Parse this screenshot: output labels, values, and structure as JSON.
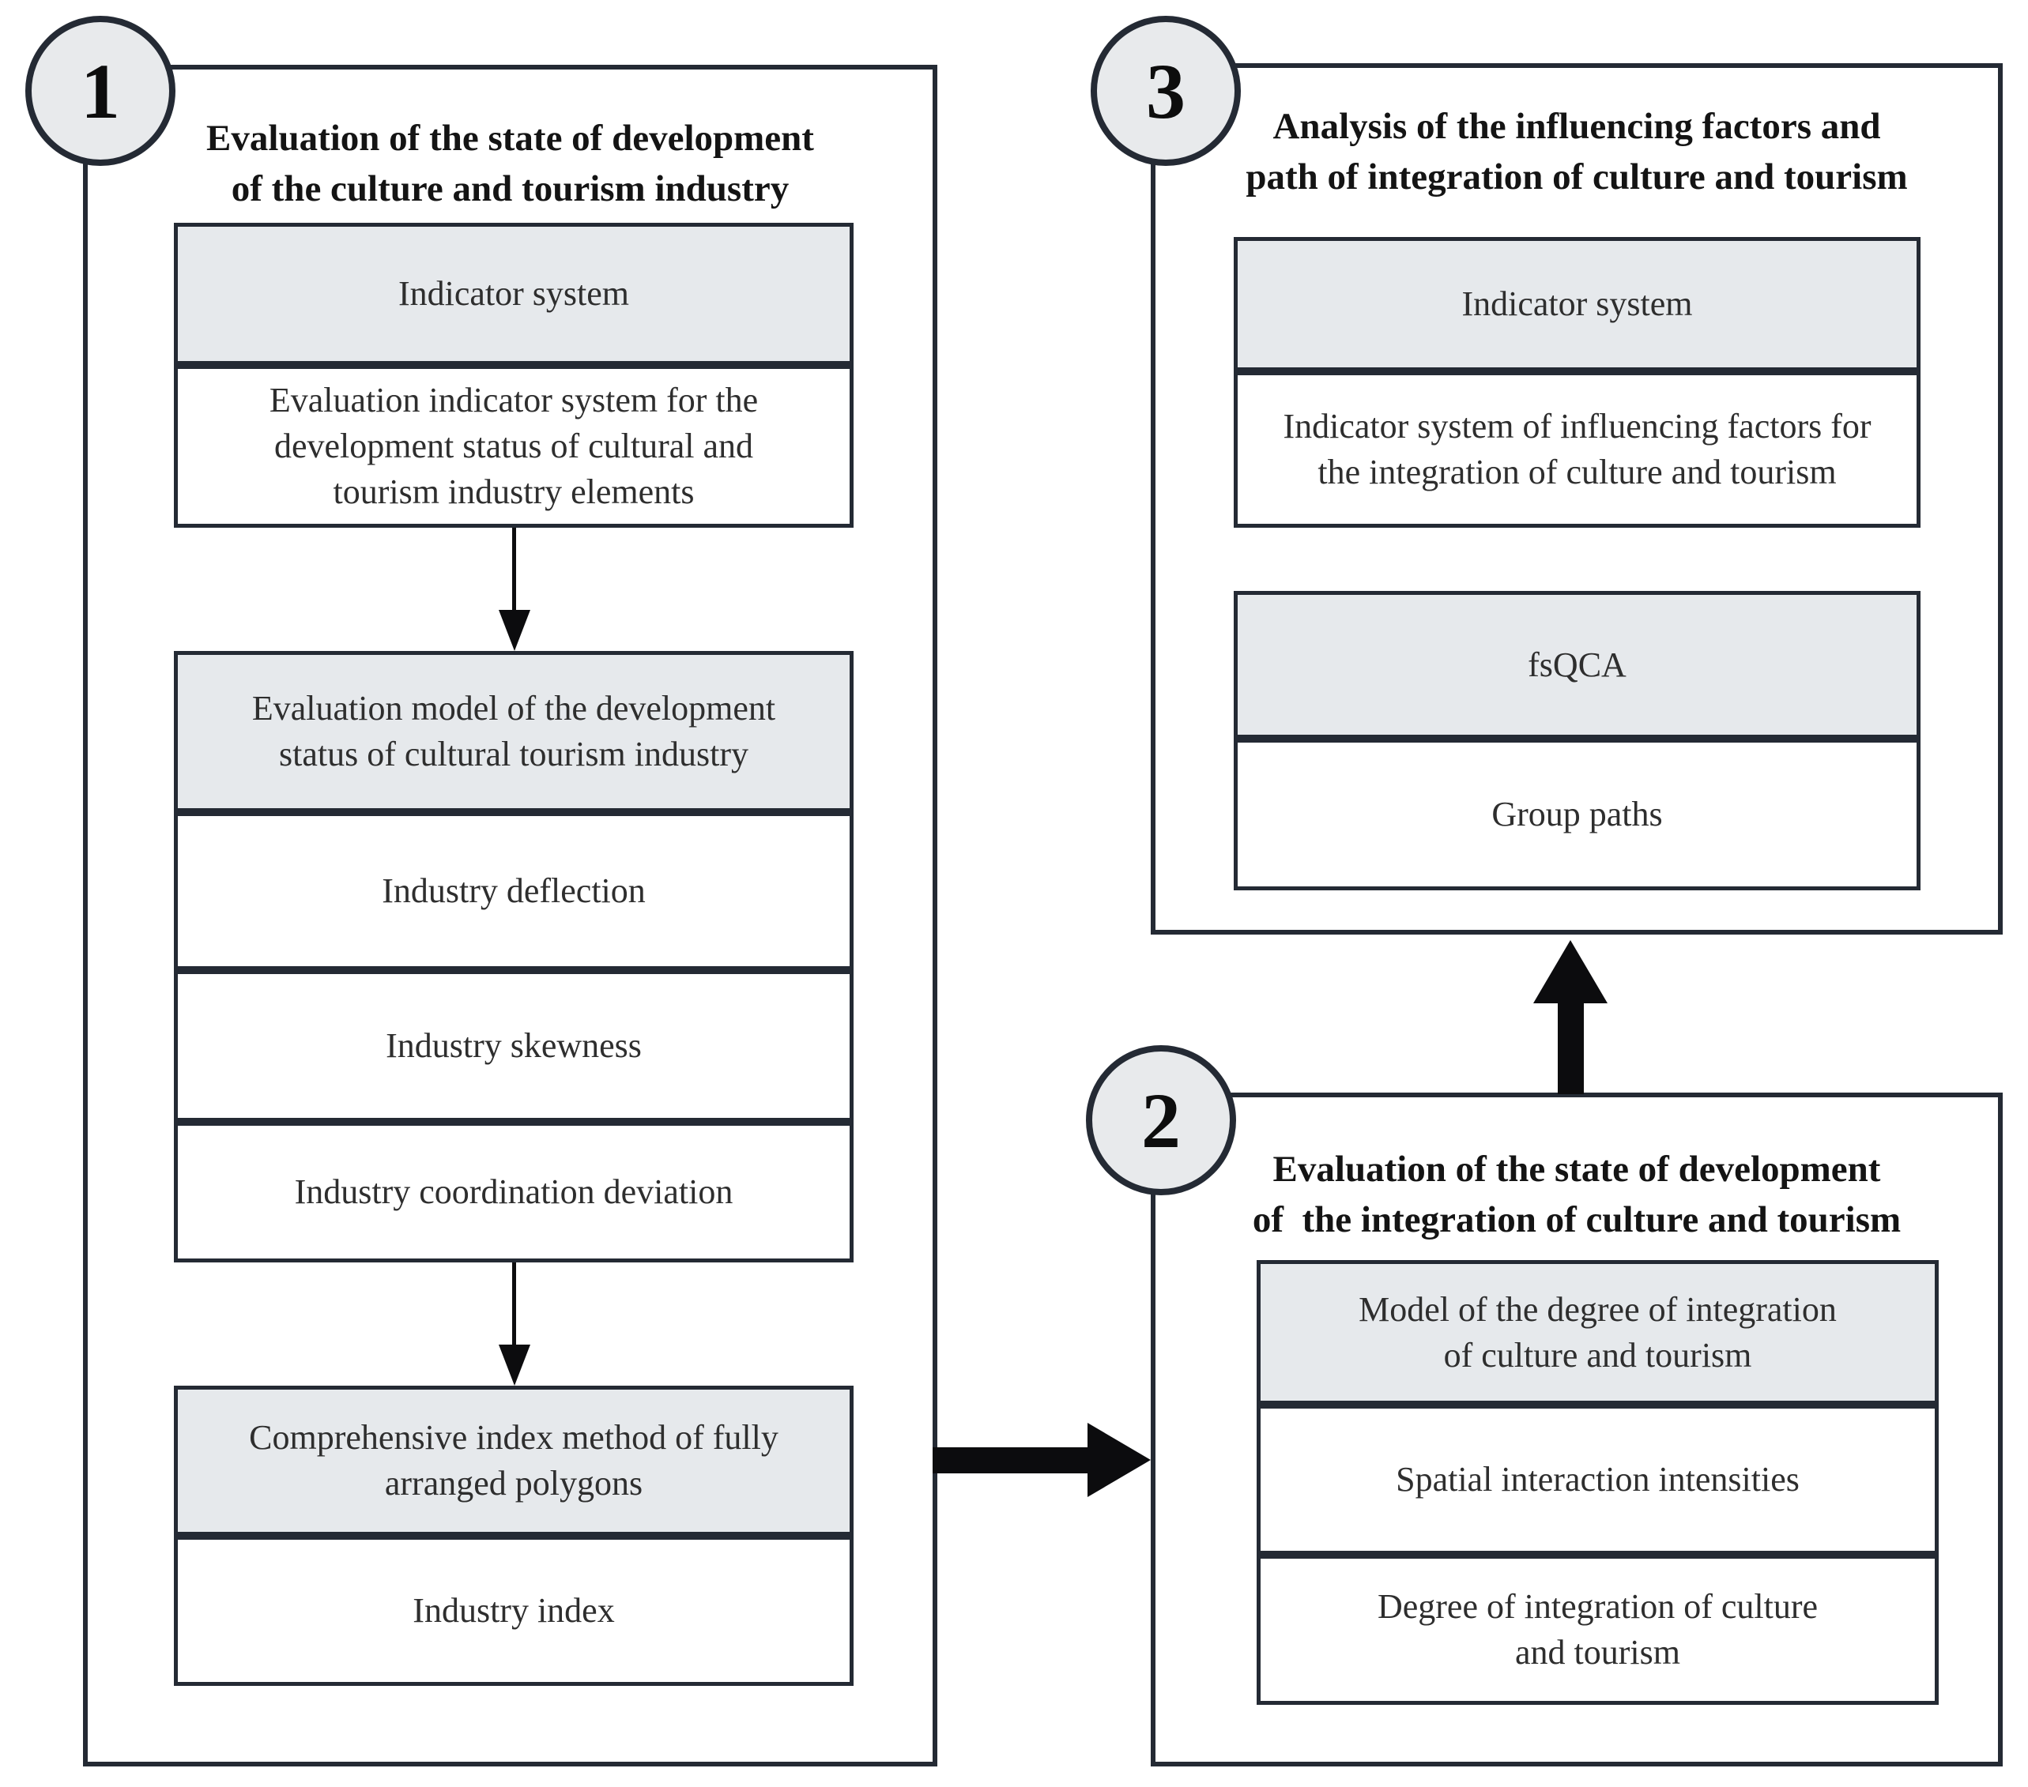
{
  "colors": {
    "border": "#242a34",
    "box_gray_fill": "#e6e9ec",
    "box_white_fill": "#ffffff",
    "circle_fill": "#e8eaec",
    "arrow_black": "#0c0c0e",
    "title_text": "#141414",
    "box_text": "#2e2e2e"
  },
  "panels": [
    {
      "number": "1",
      "title_lines": [
        "Evaluation of the state of development",
        "of the culture and tourism industry"
      ],
      "boxes": [
        {
          "variant": "gray",
          "lines": [
            "Indicator system"
          ]
        },
        {
          "variant": "white",
          "lines": [
            "Evaluation indicator system for the",
            "development status of cultural and",
            "tourism industry elements"
          ]
        },
        {
          "variant": "gray",
          "lines": [
            "Evaluation model of the development",
            "status of cultural tourism industry"
          ]
        },
        {
          "variant": "white",
          "lines": [
            "Industry deflection"
          ]
        },
        {
          "variant": "white",
          "lines": [
            "Industry skewness"
          ]
        },
        {
          "variant": "white",
          "lines": [
            "Industry coordination deviation"
          ]
        },
        {
          "variant": "gray",
          "lines": [
            "Comprehensive index method of fully",
            "arranged polygons"
          ]
        },
        {
          "variant": "white",
          "lines": [
            "Industry index"
          ]
        }
      ]
    },
    {
      "number": "2",
      "title_lines": [
        "Evaluation of the state of development",
        "of  the integration of culture and tourism"
      ],
      "boxes": [
        {
          "variant": "gray",
          "lines": [
            "Model of the degree of integration",
            "of culture and tourism"
          ]
        },
        {
          "variant": "white",
          "lines": [
            "Spatial interaction intensities"
          ]
        },
        {
          "variant": "white",
          "lines": [
            "Degree of integration of culture",
            "and tourism"
          ]
        }
      ]
    },
    {
      "number": "3",
      "title_lines": [
        "Analysis of the influencing factors and",
        "path of integration of culture and tourism"
      ],
      "boxes": [
        {
          "variant": "gray",
          "lines": [
            "Indicator system"
          ]
        },
        {
          "variant": "white",
          "lines": [
            "Indicator system of influencing factors for",
            "the integration of culture and tourism"
          ]
        },
        {
          "variant": "gray",
          "lines": [
            "fsQCA"
          ]
        },
        {
          "variant": "white",
          "lines": [
            "Group paths"
          ]
        }
      ]
    }
  ]
}
